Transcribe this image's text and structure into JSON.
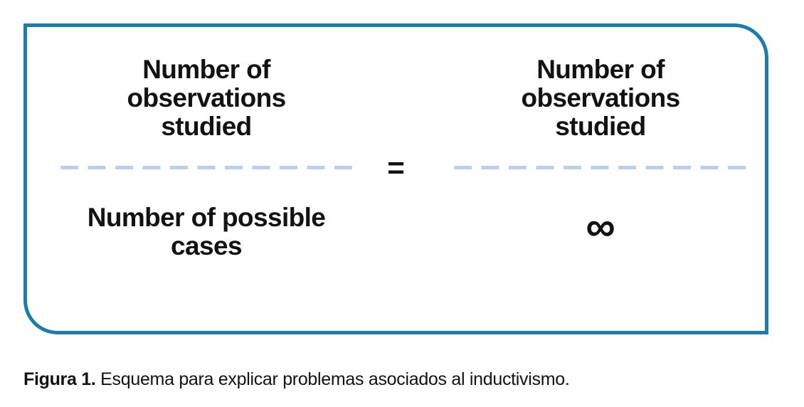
{
  "colors": {
    "border_blue": "#1a7dac",
    "dash_blue": "#b9cfec",
    "ink": "#121212"
  },
  "diagram": {
    "left_fraction": {
      "numerator_lines": [
        "Number of",
        "observations",
        "studied"
      ],
      "denominator_lines": [
        "Number of possible",
        "cases"
      ]
    },
    "equals_sign": "=",
    "right_fraction": {
      "numerator_lines": [
        "Number of",
        "observations",
        "studied"
      ],
      "denominator_symbol": "∞"
    }
  },
  "caption": {
    "label": "Figura 1.",
    "text": "Esquema para explicar problemas asociados al inductivismo."
  }
}
